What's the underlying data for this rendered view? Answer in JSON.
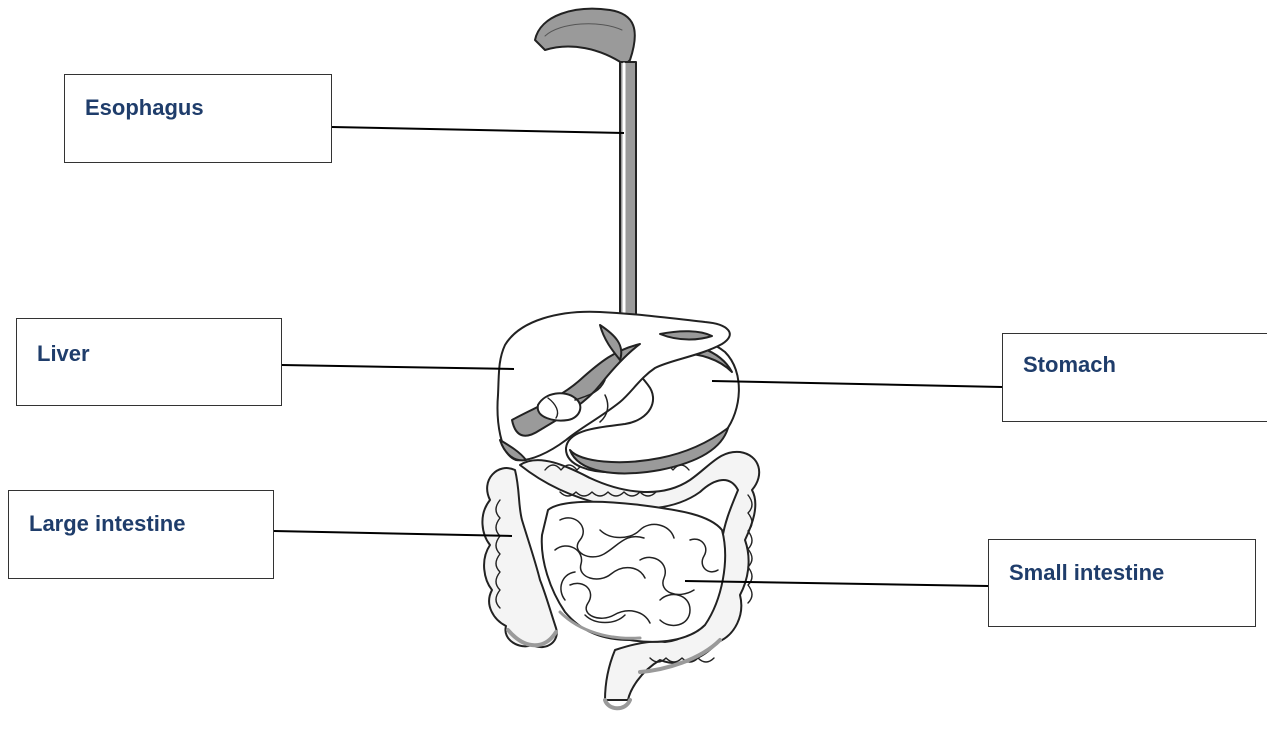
{
  "labels": {
    "esophagus": "Esophagus",
    "liver": "Liver",
    "stomach": "Stomach",
    "large_intestine": "Large intestine",
    "small_intestine": "Small intestine"
  },
  "colors": {
    "label_text": "#1f3d6b",
    "organ_outline": "#222222",
    "organ_shade": "#9a9a9a",
    "organ_fill": "#ffffff"
  }
}
